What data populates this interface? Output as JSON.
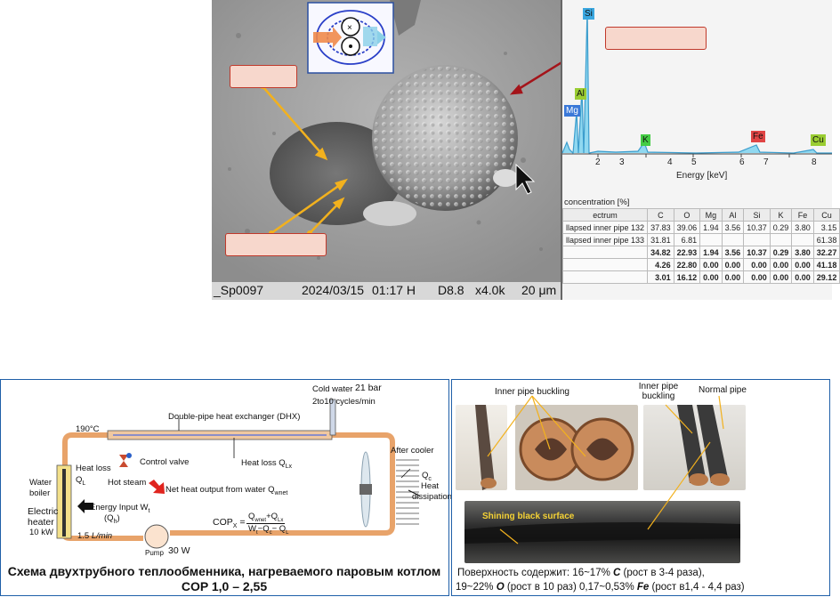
{
  "sem": {
    "footer": {
      "id": "_Sp0097",
      "date": "2024/03/15",
      "time": "01:17 H",
      "wd": "D8.8",
      "mag": "x4.0k",
      "scale": "20 μm"
    }
  },
  "eds": {
    "peaks": [
      {
        "el": "Si",
        "color": "#3aa7e0"
      },
      {
        "el": "Al",
        "color": "#9acd32"
      },
      {
        "el": "Mg",
        "color": "#3a78d8"
      },
      {
        "el": "K",
        "color": "#44cc44"
      },
      {
        "el": "Fe",
        "color": "#e04444"
      },
      {
        "el": "Cu",
        "color": "#9acd32"
      }
    ],
    "x_ticks": [
      "2",
      "3",
      "4",
      "5",
      "6",
      "7",
      "8"
    ],
    "x_title": "Energy [keV]",
    "concentration_title": "concentration [%]",
    "table": {
      "headers": [
        "ectrum",
        "C",
        "O",
        "Mg",
        "Al",
        "Si",
        "K",
        "Fe",
        "Cu"
      ],
      "rows": [
        {
          "bold": false,
          "cells": [
            "llapsed inner pipe 132",
            "37.83",
            "39.06",
            "1.94",
            "3.56",
            "10.37",
            "0.29",
            "3.80",
            "3.15"
          ]
        },
        {
          "bold": false,
          "cells": [
            "llapsed inner pipe 133",
            "31.81",
            "6.81",
            "",
            "",
            "",
            "",
            "",
            "61.38"
          ]
        },
        {
          "bold": true,
          "cells": [
            "",
            "34.82",
            "22.93",
            "1.94",
            "3.56",
            "10.37",
            "0.29",
            "3.80",
            "32.27"
          ]
        },
        {
          "bold": true,
          "cells": [
            "",
            "4.26",
            "22.80",
            "0.00",
            "0.00",
            "0.00",
            "0.00",
            "0.00",
            "41.18"
          ]
        },
        {
          "bold": true,
          "cells": [
            "",
            "3.01",
            "16.12",
            "0.00",
            "0.00",
            "0.00",
            "0.00",
            "0.00",
            "29.12"
          ]
        }
      ]
    }
  },
  "diagram": {
    "cold_water": "Cold water",
    "pressure": "21 bar",
    "cycles": "2to10 cycles/min",
    "temp": "190°C",
    "dhx": "Double-pipe heat exchanger (DHX)",
    "after_cooler": "After cooler",
    "heat_loss_left": "Heat loss",
    "ql": "Q",
    "ql_sub": "L",
    "control_valve": "Control valve",
    "heat_loss_lx": "Heat loss Q",
    "lx_sub": "Lx",
    "water_boiler": "Water boiler",
    "hot_steam": "Hot steam",
    "net_heat": "Net heat output from water Q",
    "net_sub": "wnet",
    "electric_heater": "Electric heater",
    "heater_power": "10 kW",
    "energy_input": "Energy Input W",
    "energy_sub": "t",
    "qh": "(Q",
    "qh_sub": "h",
    "qh_end": ")",
    "flow": "1.5",
    "flow_unit": "L/min",
    "pump": "Pump",
    "pump_power": "30 W",
    "cop_lhs": "COP",
    "cop_lhs_sub": "X",
    "cop_num": "Q",
    "cop_num_sub1": "wnet",
    "cop_num_mid": "+Q",
    "cop_num_sub2": "Lx",
    "cop_den": "W",
    "cop_den_sub1": "t",
    "cop_den_mid": "−Q",
    "cop_den_sub2": "c",
    "cop_den_mid2": "− Q",
    "cop_den_sub3": "L",
    "qc": "Q",
    "qc_sub": "c",
    "heat_dissipation": "Heat dissipation",
    "caption_line1": "Схема двухтрубного теплообменника, нагреваемого паровым котлом",
    "caption_line2": "COP 1,0 – 2,55"
  },
  "photos": {
    "inner_buckling_1": "Inner pipe buckling",
    "inner_buckling_2": "Inner pipe buckling",
    "normal_pipe": "Normal pipe",
    "shining": "Shining black surface",
    "line1_pre": "Поверхность содержит: 16~17%",
    "line1_el": "C",
    "line1_post": "(рост в 3-4 раза),",
    "line2_pre": "19~22%",
    "line2_el": "O",
    "line2_mid": "(рост в 10 раз)  0,17~0,53%",
    "line2_el2": "Fe",
    "line2_post": "(рост в1,4 - 4,4 раз)"
  }
}
